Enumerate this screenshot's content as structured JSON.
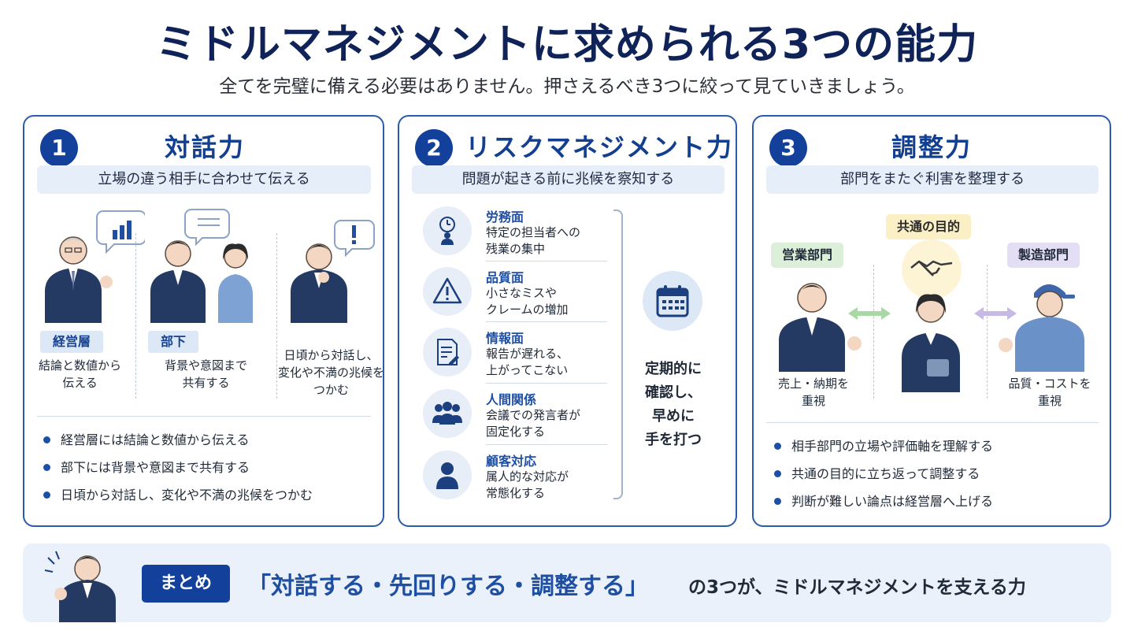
{
  "title": "ミドルマネジメントに求められる3つの能力",
  "subtitle": "全てを完璧に備える必要はありません。押さえるべき3つに絞って見ていきましょう。",
  "cards": [
    {
      "number": "1",
      "title": "対話力",
      "tagline": "立場の違う相手に合わせて伝える",
      "scenes": [
        {
          "label": "経営層",
          "text_lines": [
            "結論と数値から",
            "伝える"
          ]
        },
        {
          "label": "部下",
          "text_lines": [
            "背景や意図まで",
            "共有する"
          ]
        },
        {
          "label": "",
          "text_lines": [
            "日頃から対話し、",
            "変化や不満の兆候を",
            "つかむ"
          ]
        }
      ],
      "bullets": [
        "経営層には結論と数値から伝える",
        "部下には背景や意図まで共有する",
        "日頃から対話し、変化や不満の兆候をつかむ"
      ]
    },
    {
      "number": "2",
      "title": "リスクマネジメント力",
      "tagline": "問題が起きる前に兆候を察知する",
      "risks": [
        {
          "head": "労務面",
          "desc_lines": [
            "特定の担当者への",
            "残業の集中"
          ],
          "icon": "clock-person-icon"
        },
        {
          "head": "品質面",
          "desc_lines": [
            "小さなミスや",
            "クレームの増加"
          ],
          "icon": "warning-icon"
        },
        {
          "head": "情報面",
          "desc_lines": [
            "報告が遅れる、",
            "上がってこない"
          ],
          "icon": "report-icon"
        },
        {
          "head": "人間関係",
          "desc_lines": [
            "会議での発言者が",
            "固定化する"
          ],
          "icon": "group-icon"
        },
        {
          "head": "顧客対応",
          "desc_lines": [
            "属人的な対応が",
            "常態化する"
          ],
          "icon": "customer-icon"
        }
      ],
      "regular_lines": [
        "定期的に",
        "確認し、",
        "早めに",
        "手を打つ"
      ]
    },
    {
      "number": "3",
      "title": "調整力",
      "tagline": "部門をまたぐ利害を整理する",
      "center_label": "共通の目的",
      "left_dept": {
        "label": "営業部門",
        "text_lines": [
          "売上・納期を",
          "重視"
        ]
      },
      "right_dept": {
        "label": "製造部門",
        "text_lines": [
          "品質・コストを",
          "重視"
        ]
      },
      "bullets": [
        "相手部門の立場や評価軸を理解する",
        "共通の目的に立ち返って調整する",
        "判断が難しい論点は経営層へ上げる"
      ]
    }
  ],
  "summary": {
    "chip": "まとめ",
    "quote": "「対話する・先回りする・調整する」",
    "rest": "の3つが、ミドルマネジメントを支える力"
  },
  "colors": {
    "navy": "#0f2358",
    "primary": "#13409a",
    "accent_blue": "#1f4fa3",
    "tag_bg": "#e6eef9",
    "sales_green": "#dcefd9",
    "manufacturing_purple": "#e3def3",
    "common_yellow": "#fbefc6"
  }
}
